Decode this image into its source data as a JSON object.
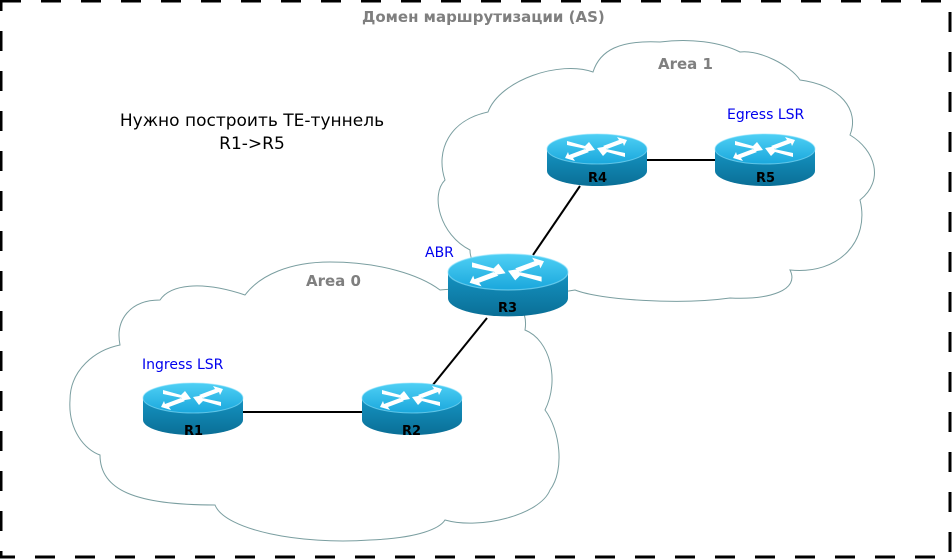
{
  "domain": {
    "title": "Домен маршрутизации (AS)"
  },
  "task": {
    "line1": "Нужно построить ТЕ-туннель",
    "line2": "R1->R5"
  },
  "areas": [
    {
      "id": "area0",
      "label": "Area 0"
    },
    {
      "id": "area1",
      "label": "Area 1"
    }
  ],
  "routers": [
    {
      "id": "R1",
      "label": "R1",
      "role": "Ingress LSR",
      "area": "Area 0"
    },
    {
      "id": "R2",
      "label": "R2",
      "role": "",
      "area": "Area 0"
    },
    {
      "id": "R3",
      "label": "R3",
      "role": "ABR",
      "area": "Area 0 / Area 1"
    },
    {
      "id": "R4",
      "label": "R4",
      "role": "",
      "area": "Area 1"
    },
    {
      "id": "R5",
      "label": "R5",
      "role": "Egress LSR",
      "area": "Area 1"
    }
  ],
  "links": [
    {
      "from": "R1",
      "to": "R2"
    },
    {
      "from": "R2",
      "to": "R3"
    },
    {
      "from": "R3",
      "to": "R4"
    },
    {
      "from": "R4",
      "to": "R5"
    }
  ],
  "colors": {
    "router_top": "#29b6e8",
    "router_side": "#0f86b0",
    "role_label": "#0000ee",
    "area_label": "#7f7f7f",
    "cloud_stroke": "#7a9ea0"
  }
}
